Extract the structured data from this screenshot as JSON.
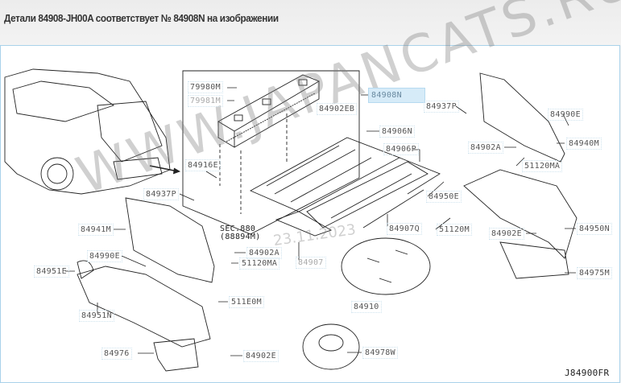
{
  "header": {
    "title": "Детали 84908-JH00A соответствует № 84908N на изображении"
  },
  "diagram": {
    "watermark": "WWW.JAPANCATS.RU",
    "date_stamp": "23.11.2023",
    "code": "J84900FR",
    "highlight_color": "#d6ebf8",
    "labels": {
      "l79980M": "79980M",
      "l79981M": "79981M",
      "l84908N": "84908N",
      "l84902EB": "84902EB",
      "l84937P_r": "84937P",
      "l84990E_r": "84990E",
      "l84906N": "84906N",
      "l84940M": "84940M",
      "l84906P": "84906P",
      "l84902A_r": "84902A",
      "l51120MA_r": "51120MA",
      "l84916E": "84916E",
      "l84937P_l": "84937P",
      "l84950E": "84950E",
      "sec880": "SEC.880",
      "sec880b": "(88894M)",
      "l84941M": "84941M",
      "l84907Q": "84907Q",
      "l51120M": "51120M",
      "l84902E_r": "84902E",
      "l84950N": "84950N",
      "l84902A_l": "84902A",
      "l84990E_l": "84990E",
      "l51120MA_l": "51120MA",
      "l84907": "84907",
      "l84951E": "84951E",
      "l84975M": "84975M",
      "l511E0M": "511E0M",
      "l84951N": "84951N",
      "l84910": "84910",
      "l84976": "84976",
      "l84902E_l": "84902E",
      "l84978W": "84978W"
    }
  }
}
